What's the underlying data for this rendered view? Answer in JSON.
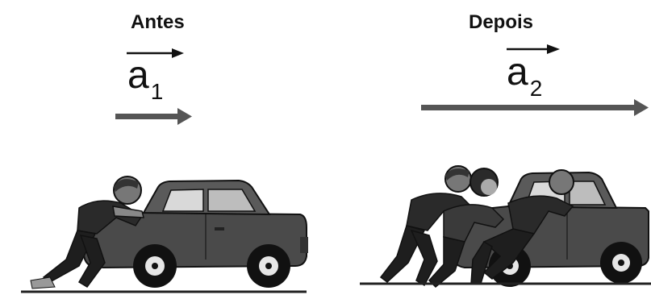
{
  "before": {
    "heading": "Antes",
    "accel_symbol": "a",
    "accel_subscript": "1"
  },
  "after": {
    "heading": "Depois",
    "accel_symbol": "a",
    "accel_subscript": "2"
  },
  "colors": {
    "arrow": "#555555",
    "car_body": "#4a4a4a",
    "ground": "#222222"
  }
}
